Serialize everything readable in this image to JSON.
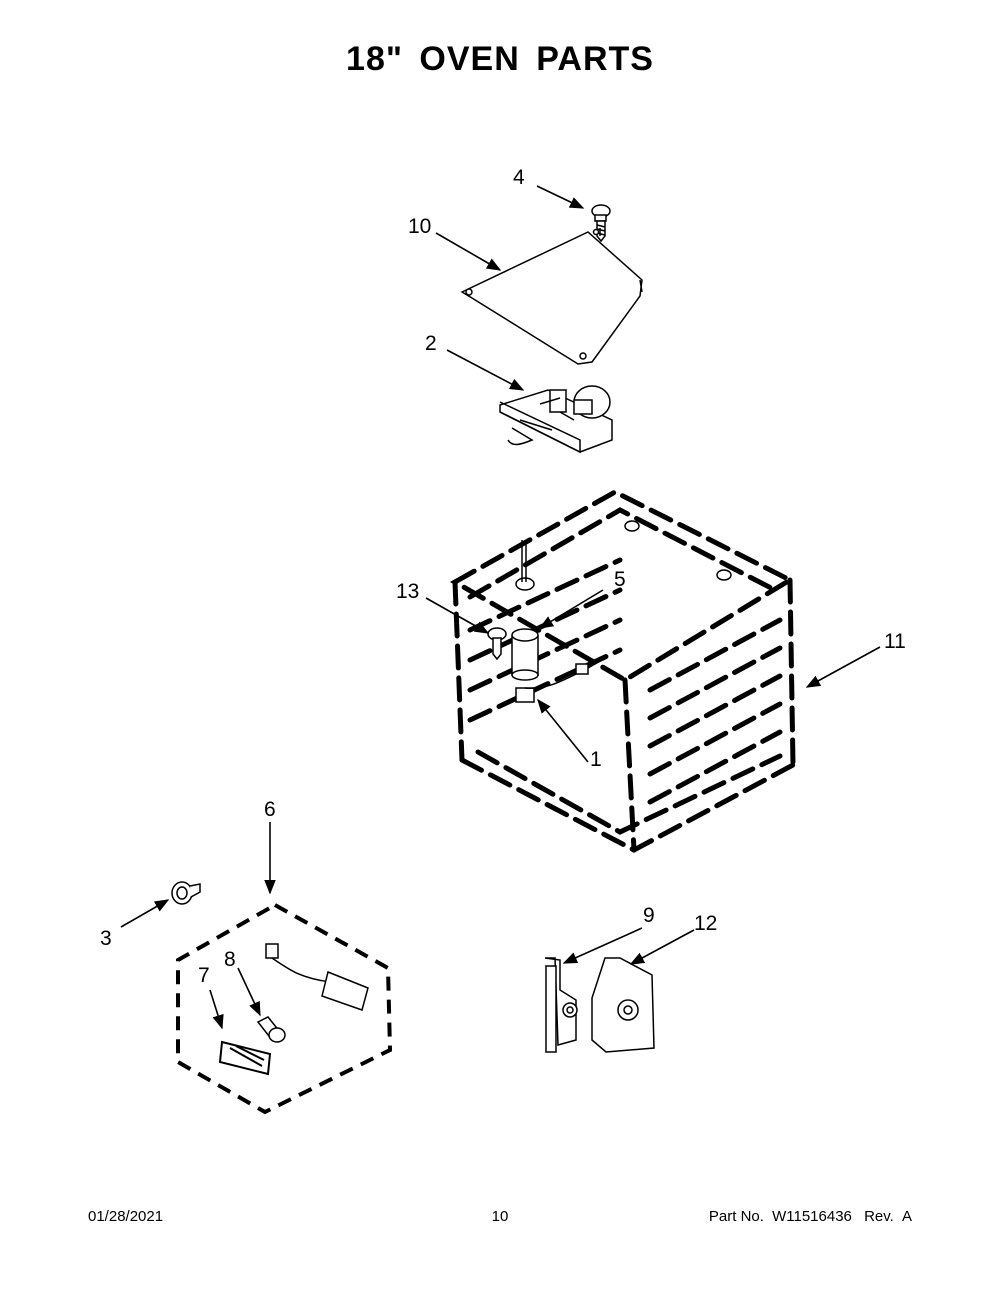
{
  "title": "18\" OVEN PARTS",
  "callouts": {
    "c1": "1",
    "c2": "2",
    "c3": "3",
    "c4": "4",
    "c5": "5",
    "c6": "6",
    "c7": "7",
    "c8": "8",
    "c9": "9",
    "c10": "10",
    "c11": "11",
    "c12": "12",
    "c13": "13"
  },
  "footer": {
    "date": "01/28/2021",
    "page": "10",
    "part_label": "Part No.",
    "part_number": "W11516436",
    "rev_label": "Rev.",
    "rev": "A"
  }
}
